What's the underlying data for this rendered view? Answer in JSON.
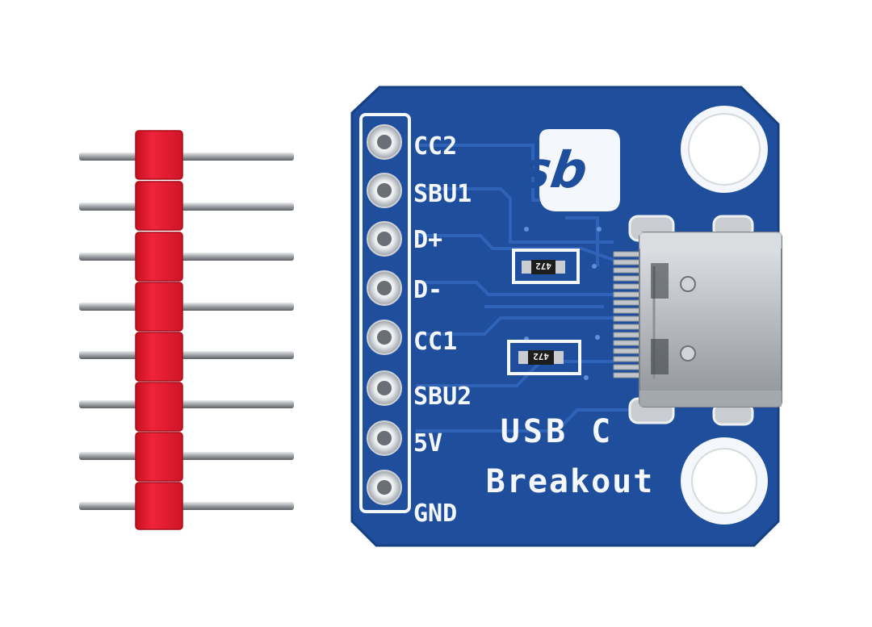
{
  "pin_labels": [
    "CC2",
    "SBU1",
    "D+",
    "D-",
    "CC1",
    "SBU2",
    "5V",
    "GND"
  ],
  "board_title": {
    "line1": "USB C",
    "line2": "Breakout"
  },
  "logo_text": "sb",
  "resistor_codes": [
    "472",
    "472"
  ],
  "colors": {
    "pcb": "#1f4f9c",
    "pcb_edge": "#173f82",
    "silkscreen": "#f4f7fb",
    "header_plastic": "#e8182a",
    "pin_metal": "#b9bcc0",
    "connector_metal": "#c8ccd0"
  }
}
